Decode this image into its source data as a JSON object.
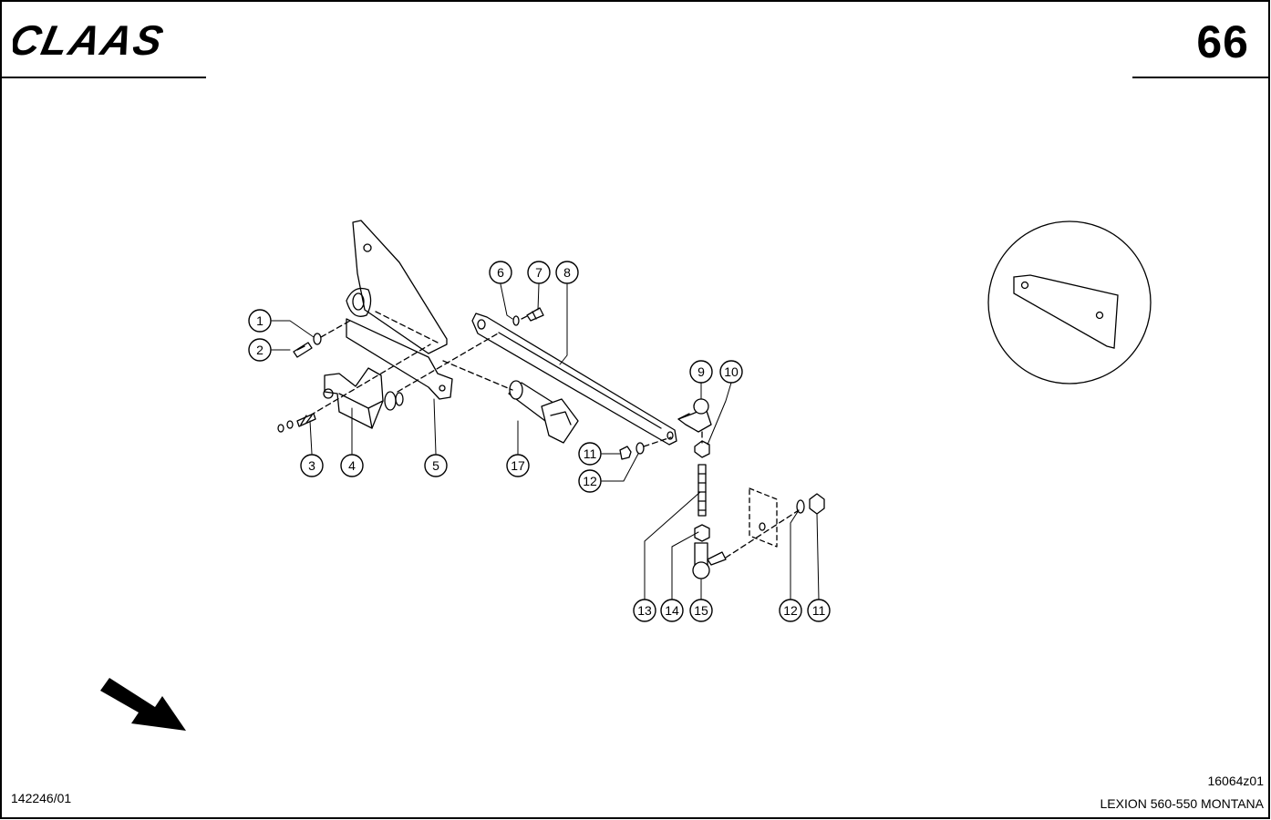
{
  "header": {
    "brand": "CLAAS",
    "page_number": "66"
  },
  "footer": {
    "drawing_id_left": "142246/01",
    "drawing_id_right": "16064z01",
    "model": "LEXION 560-550 MONTANA"
  },
  "callouts": [
    {
      "label": "1"
    },
    {
      "label": "2"
    },
    {
      "label": "3"
    },
    {
      "label": "4"
    },
    {
      "label": "5"
    },
    {
      "label": "17"
    },
    {
      "label": "6"
    },
    {
      "label": "7"
    },
    {
      "label": "8"
    },
    {
      "label": "9"
    },
    {
      "label": "10"
    },
    {
      "label": "11"
    },
    {
      "label": "12"
    },
    {
      "label": "13"
    },
    {
      "label": "14"
    },
    {
      "label": "15"
    },
    {
      "label": "12"
    },
    {
      "label": "11"
    }
  ]
}
